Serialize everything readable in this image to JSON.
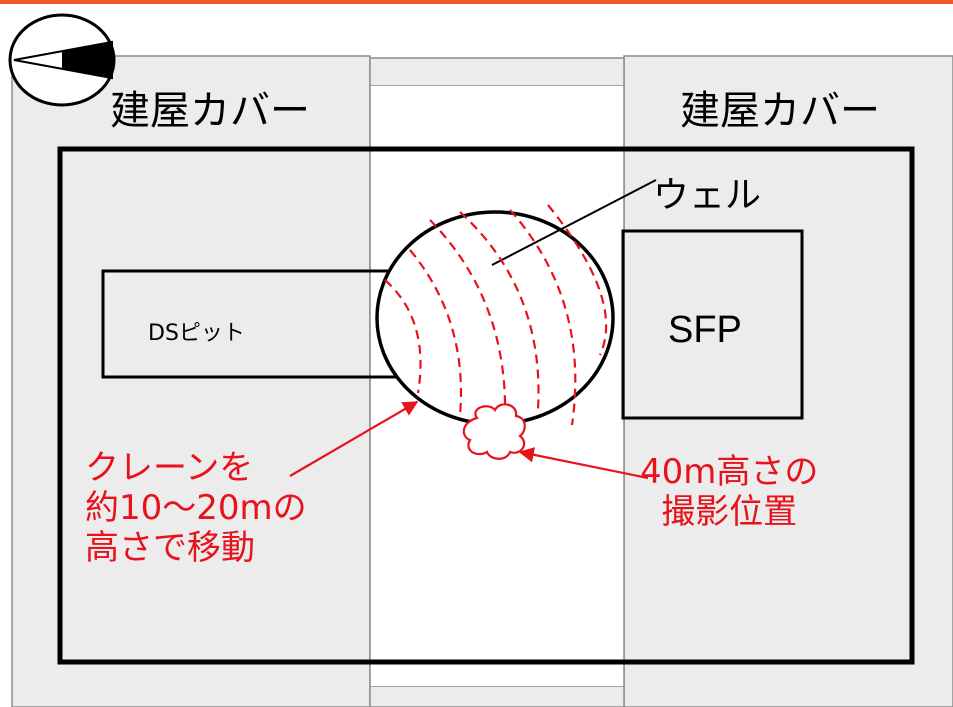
{
  "labels": {
    "building_cover_left": "建屋カバー",
    "building_cover_right": "建屋カバー",
    "well": "ウェル",
    "ds_pit": "DSピット",
    "sfp": "SFP",
    "crane_move": [
      "クレーンを",
      "約10～20mの",
      "高さで移動"
    ],
    "photo_position": [
      "40m高さの",
      "撮影位置"
    ]
  },
  "colors": {
    "accent_red": "#e8121d",
    "cover_fill": "#ececec",
    "cover_stroke": "#8c8c8c",
    "outline": "#000000",
    "top_border": "#f0582a"
  },
  "icons": {
    "compass": "north-compass-icon"
  }
}
